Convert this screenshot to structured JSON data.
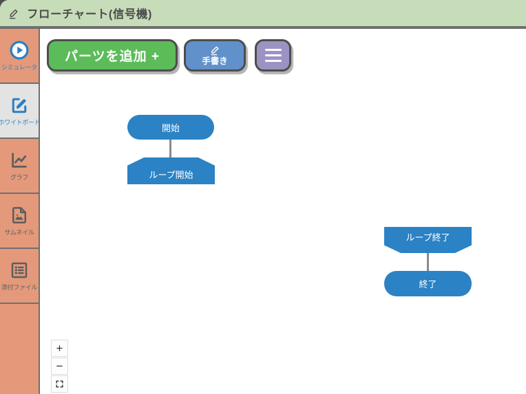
{
  "header": {
    "title": "フローチャート(信号機)"
  },
  "sidebar": {
    "items": [
      {
        "label": "シミュレータ",
        "icon": "play-circle-icon",
        "active": false
      },
      {
        "label": "ホワイトボード",
        "icon": "edit-square-icon",
        "active": true
      },
      {
        "label": "グラフ",
        "icon": "line-chart-icon",
        "active": false
      },
      {
        "label": "サムネイル",
        "icon": "image-file-icon",
        "active": false
      },
      {
        "label": "添付ファイル",
        "icon": "list-icon",
        "active": false
      }
    ]
  },
  "toolbar": {
    "add_parts_label": "パーツを追加 +",
    "handwriting_label": "手書き",
    "menu_icon": "hamburger-icon"
  },
  "flowchart": {
    "nodes": [
      {
        "label": "開始",
        "shape": "stadium"
      },
      {
        "label": "ループ開始",
        "shape": "loop-start"
      },
      {
        "label": "ループ終了",
        "shape": "loop-end"
      },
      {
        "label": "終了",
        "shape": "stadium"
      }
    ],
    "connections": [
      {
        "from": "開始",
        "to": "ループ開始"
      },
      {
        "from": "ループ終了",
        "to": "終了"
      }
    ]
  },
  "zoom_controls": {
    "zoom_in": "+",
    "zoom_out": "−",
    "fit": "fit-screen-icon"
  },
  "colors": {
    "header_bg": "#c7ddb9",
    "sidebar_bg": "#e4997a",
    "selected_item_bg": "#e3e3e3",
    "accent_blue": "#2e80c3",
    "node_blue": "#2b82c4",
    "add_button_green": "#5cbc59",
    "handwriting_button_blue": "#6191cb",
    "menu_button_purple": "#9d92c4",
    "border_dark": "#4d4d4d"
  }
}
